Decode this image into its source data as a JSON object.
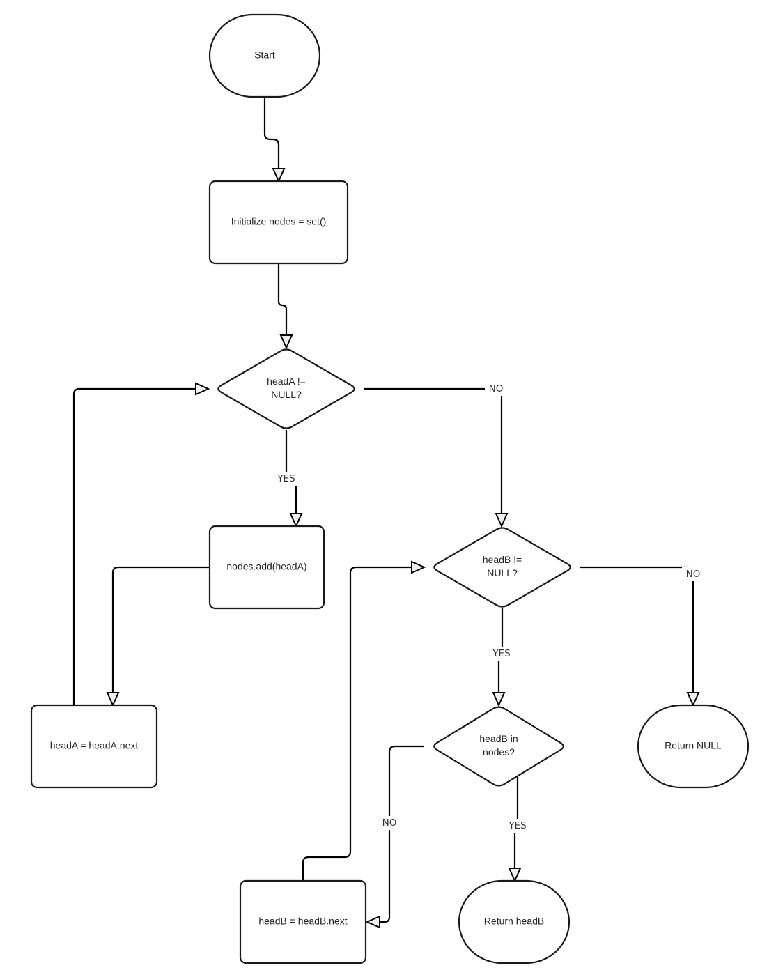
{
  "diagram": {
    "type": "flowchart",
    "nodes": {
      "start": {
        "kind": "terminal",
        "lines": [
          "Start"
        ]
      },
      "init": {
        "kind": "process",
        "lines": [
          "Initialize nodes = set()"
        ]
      },
      "checkA": {
        "kind": "decision",
        "lines": [
          "headA !=",
          "NULL?"
        ]
      },
      "addA": {
        "kind": "process",
        "lines": [
          "nodes.add(headA)"
        ]
      },
      "nextA": {
        "kind": "process",
        "lines": [
          "headA = headA.next"
        ]
      },
      "checkB": {
        "kind": "decision",
        "lines": [
          "headB !=",
          "NULL?"
        ]
      },
      "inNodes": {
        "kind": "decision",
        "lines": [
          "headB in",
          "nodes?"
        ]
      },
      "nextB": {
        "kind": "process",
        "lines": [
          "headB = headB.next"
        ]
      },
      "retNull": {
        "kind": "terminal",
        "lines": [
          "Return NULL"
        ]
      },
      "retB": {
        "kind": "terminal",
        "lines": [
          "Return headB"
        ]
      }
    },
    "edges": [
      {
        "from": "start",
        "to": "init",
        "label": ""
      },
      {
        "from": "init",
        "to": "checkA",
        "label": ""
      },
      {
        "from": "checkA",
        "to": "addA",
        "label": "YES"
      },
      {
        "from": "checkA",
        "to": "checkB",
        "label": "NO"
      },
      {
        "from": "addA",
        "to": "nextA",
        "label": ""
      },
      {
        "from": "nextA",
        "to": "checkA",
        "label": ""
      },
      {
        "from": "checkB",
        "to": "inNodes",
        "label": "YES"
      },
      {
        "from": "checkB",
        "to": "retNull",
        "label": "NO"
      },
      {
        "from": "inNodes",
        "to": "retB",
        "label": "YES"
      },
      {
        "from": "inNodes",
        "to": "nextB",
        "label": "NO"
      },
      {
        "from": "nextB",
        "to": "checkB",
        "label": ""
      }
    ]
  },
  "colors": {
    "stroke": "#1a1a1a",
    "text": "#222222",
    "arrow_fill": "#f0f0f0",
    "background": "#ffffff"
  }
}
